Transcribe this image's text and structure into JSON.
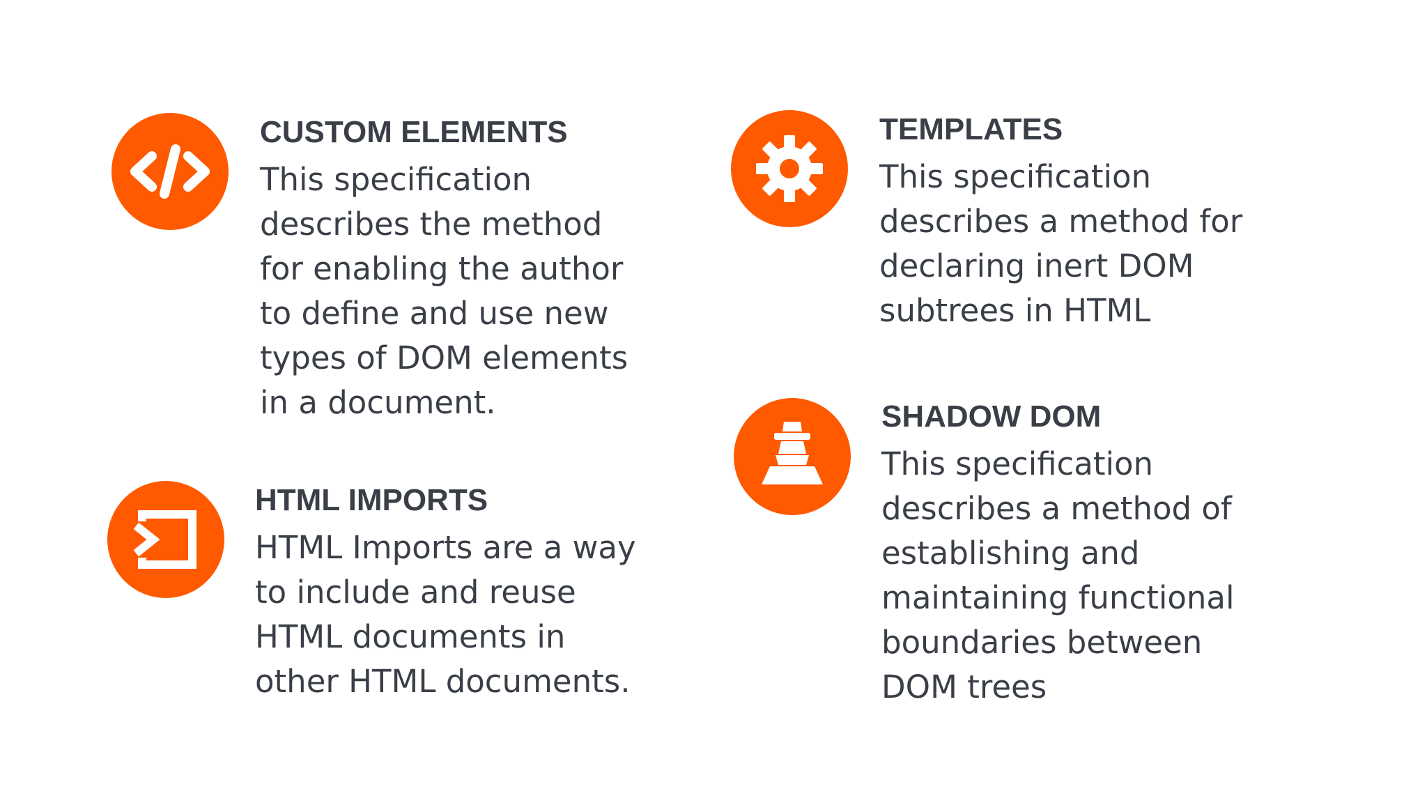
{
  "accent_color": "#ff5a00",
  "text_color": "#3a3f47",
  "features": {
    "custom_elements": {
      "title": "CUSTOM ELEMENTS",
      "icon": "code-brackets-icon",
      "lines": [
        "This specification",
        "describes the method",
        "for enabling the author",
        "to define and use new",
        "types of DOM elements",
        "in a document."
      ]
    },
    "html_imports": {
      "title": "HTML IMPORTS",
      "icon": "import-icon",
      "lines": [
        "HTML Imports are a way",
        "to include and reuse",
        "HTML documents in",
        "other HTML documents."
      ]
    },
    "templates": {
      "title": "TEMPLATES",
      "icon": "gear-icon",
      "lines": [
        "This specification",
        "describes a method for",
        "declaring inert DOM",
        "subtrees in HTML"
      ]
    },
    "shadow_dom": {
      "title": "SHADOW DOM",
      "icon": "spy-icon",
      "lines": [
        "This specification",
        "describes a method of",
        "establishing and",
        "maintaining functional",
        "boundaries between",
        "DOM trees"
      ]
    }
  }
}
